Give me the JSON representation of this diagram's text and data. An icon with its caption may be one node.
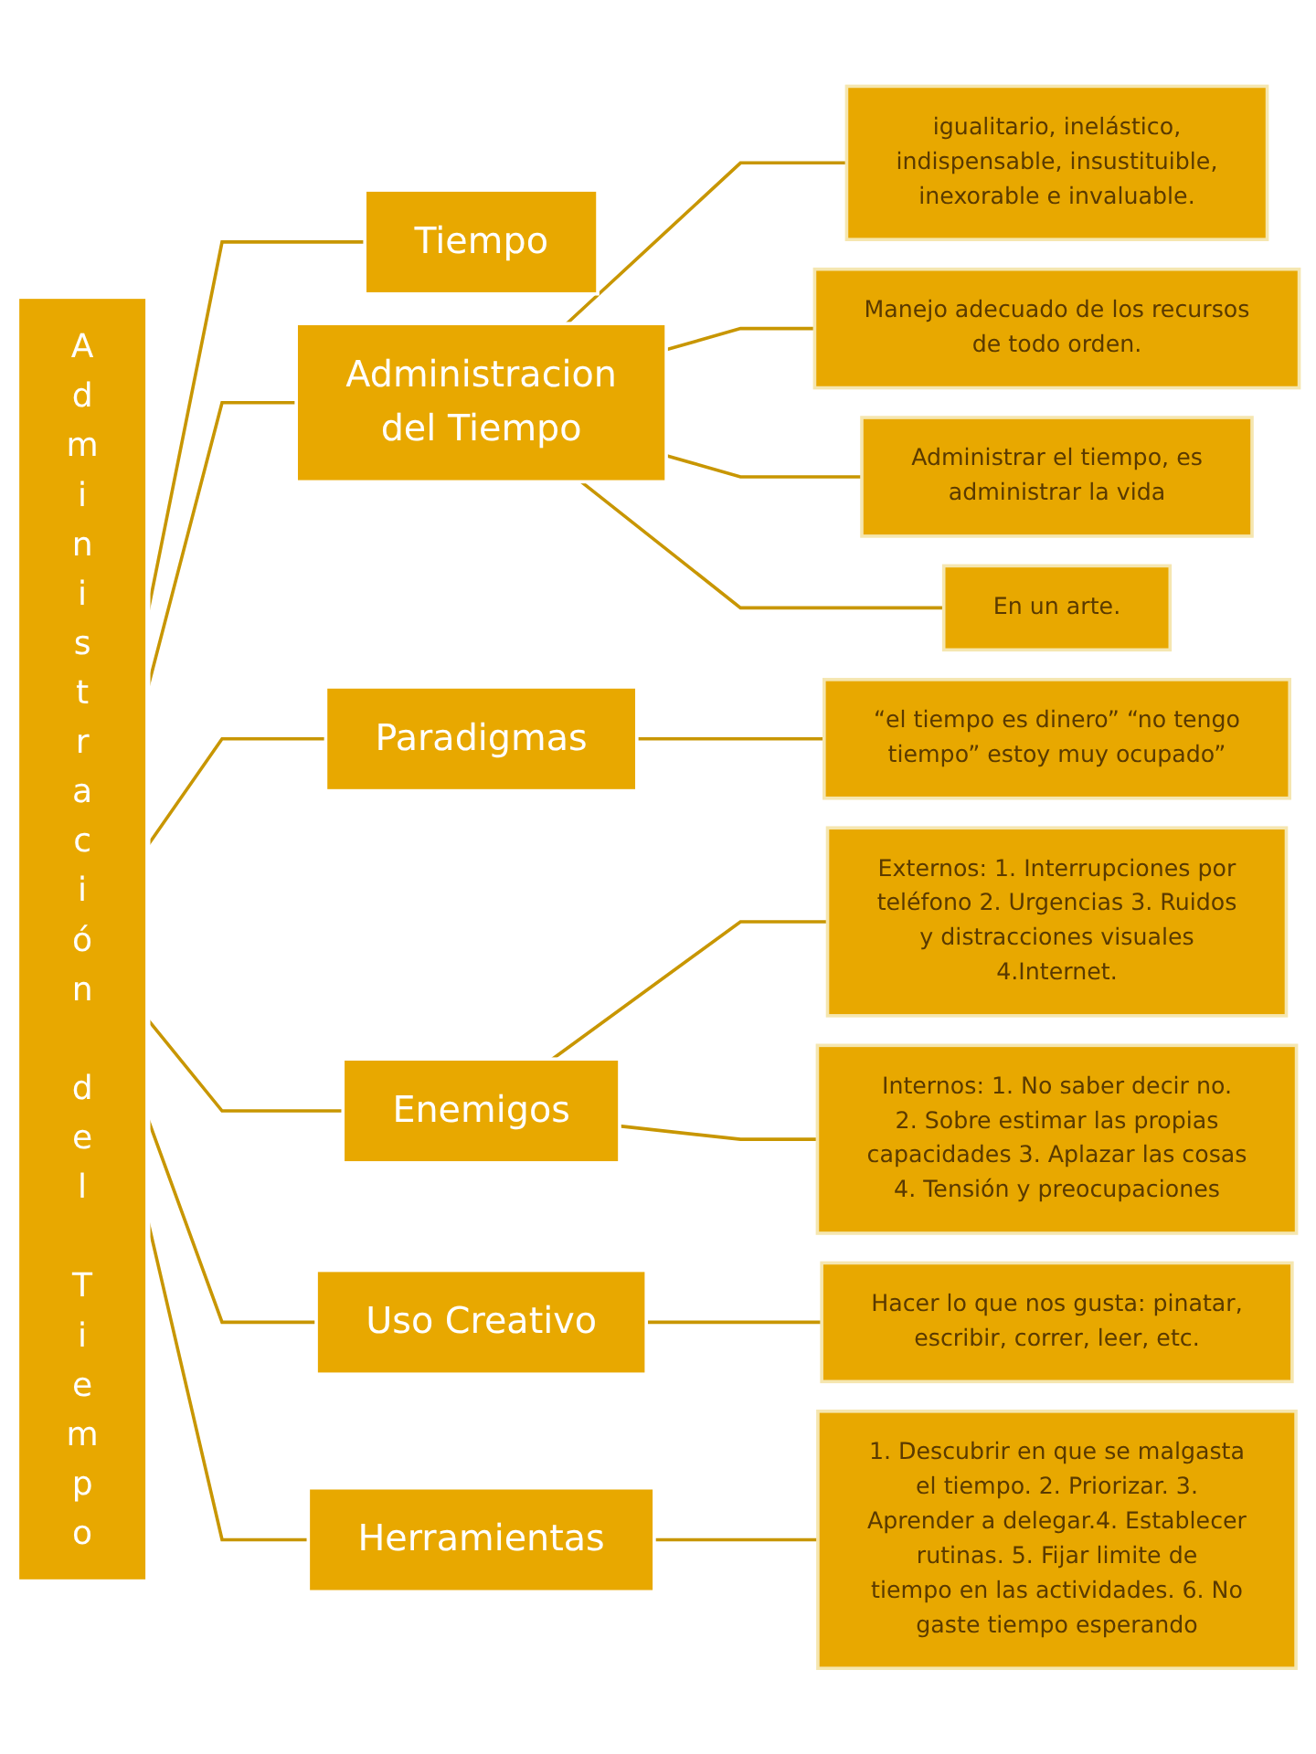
{
  "diagram": {
    "nodes": [
      {
        "text": [
          "Administración del Tiempo"
        ]
      },
      {
        "text": [
          "Tiempo"
        ]
      },
      {
        "text": [
          "igualitario, inelástico, indispensable, insustituible, inexorable e invaluable."
        ]
      },
      {
        "text": [
          "Administracion del Tiempo"
        ]
      },
      {
        "text": [
          "Manejo adecuado de los recursos de todo orden."
        ]
      },
      {
        "text": [
          "Administrar el tiempo, es administrar la vida"
        ]
      },
      {
        "text": [
          "En un arte."
        ]
      },
      {
        "text": [
          "Paradigmas"
        ]
      },
      {
        "text": [
          "“el tiempo es dinero” “no tengo tiempo” estoy muy ocupado”"
        ]
      },
      {
        "text": [
          "Enemigos"
        ]
      },
      {
        "text": [
          "Externos: 1. Interrupciones por teléfono 2. Urgencias 3. Ruidos y distracciones visuales 4.Internet."
        ]
      },
      {
        "text": [
          "Internos: 1. No saber decir no. 2. Sobre estimar las propias capacidades 3. Aplazar las cosas 4. Tensión y preocupaciones"
        ]
      },
      {
        "text": [
          "Uso Creativo"
        ]
      },
      {
        "text": [
          "Hacer lo que nos gusta: pinatar, escribir, correr, leer, etc."
        ]
      },
      {
        "text": [
          "Herramientas"
        ]
      },
      {
        "text": [
          "1. Descubrir en que se malgasta el tiempo. 2. Priorizar. 3. Aprender a delegar.4. Establecer rutinas. 5. Fijar limite de tiempo en las actividades. 6. No gaste tiempo esperando"
        ]
      }
    ],
    "edges": [
      {
        "from": 0,
        "to": 1,
        "arrow": "none"
      },
      {
        "from": 0,
        "to": 3,
        "arrow": "none"
      },
      {
        "from": 0,
        "to": 7,
        "arrow": "none"
      },
      {
        "from": 0,
        "to": 9,
        "arrow": "none"
      },
      {
        "from": 0,
        "to": 12,
        "arrow": "none"
      },
      {
        "from": 0,
        "to": 14,
        "arrow": "none"
      },
      {
        "from": 3,
        "to": 2,
        "arrow": "none"
      },
      {
        "from": 3,
        "to": 4,
        "arrow": "none"
      },
      {
        "from": 3,
        "to": 5,
        "arrow": "none"
      },
      {
        "from": 3,
        "to": 6,
        "arrow": "none"
      },
      {
        "from": 7,
        "to": 8,
        "arrow": "none"
      },
      {
        "from": 9,
        "to": 10,
        "arrow": "none"
      },
      {
        "from": 9,
        "to": 11,
        "arrow": "none"
      },
      {
        "from": 12,
        "to": 13,
        "arrow": "none"
      },
      {
        "from": 14,
        "to": 15,
        "arrow": "none"
      }
    ]
  }
}
